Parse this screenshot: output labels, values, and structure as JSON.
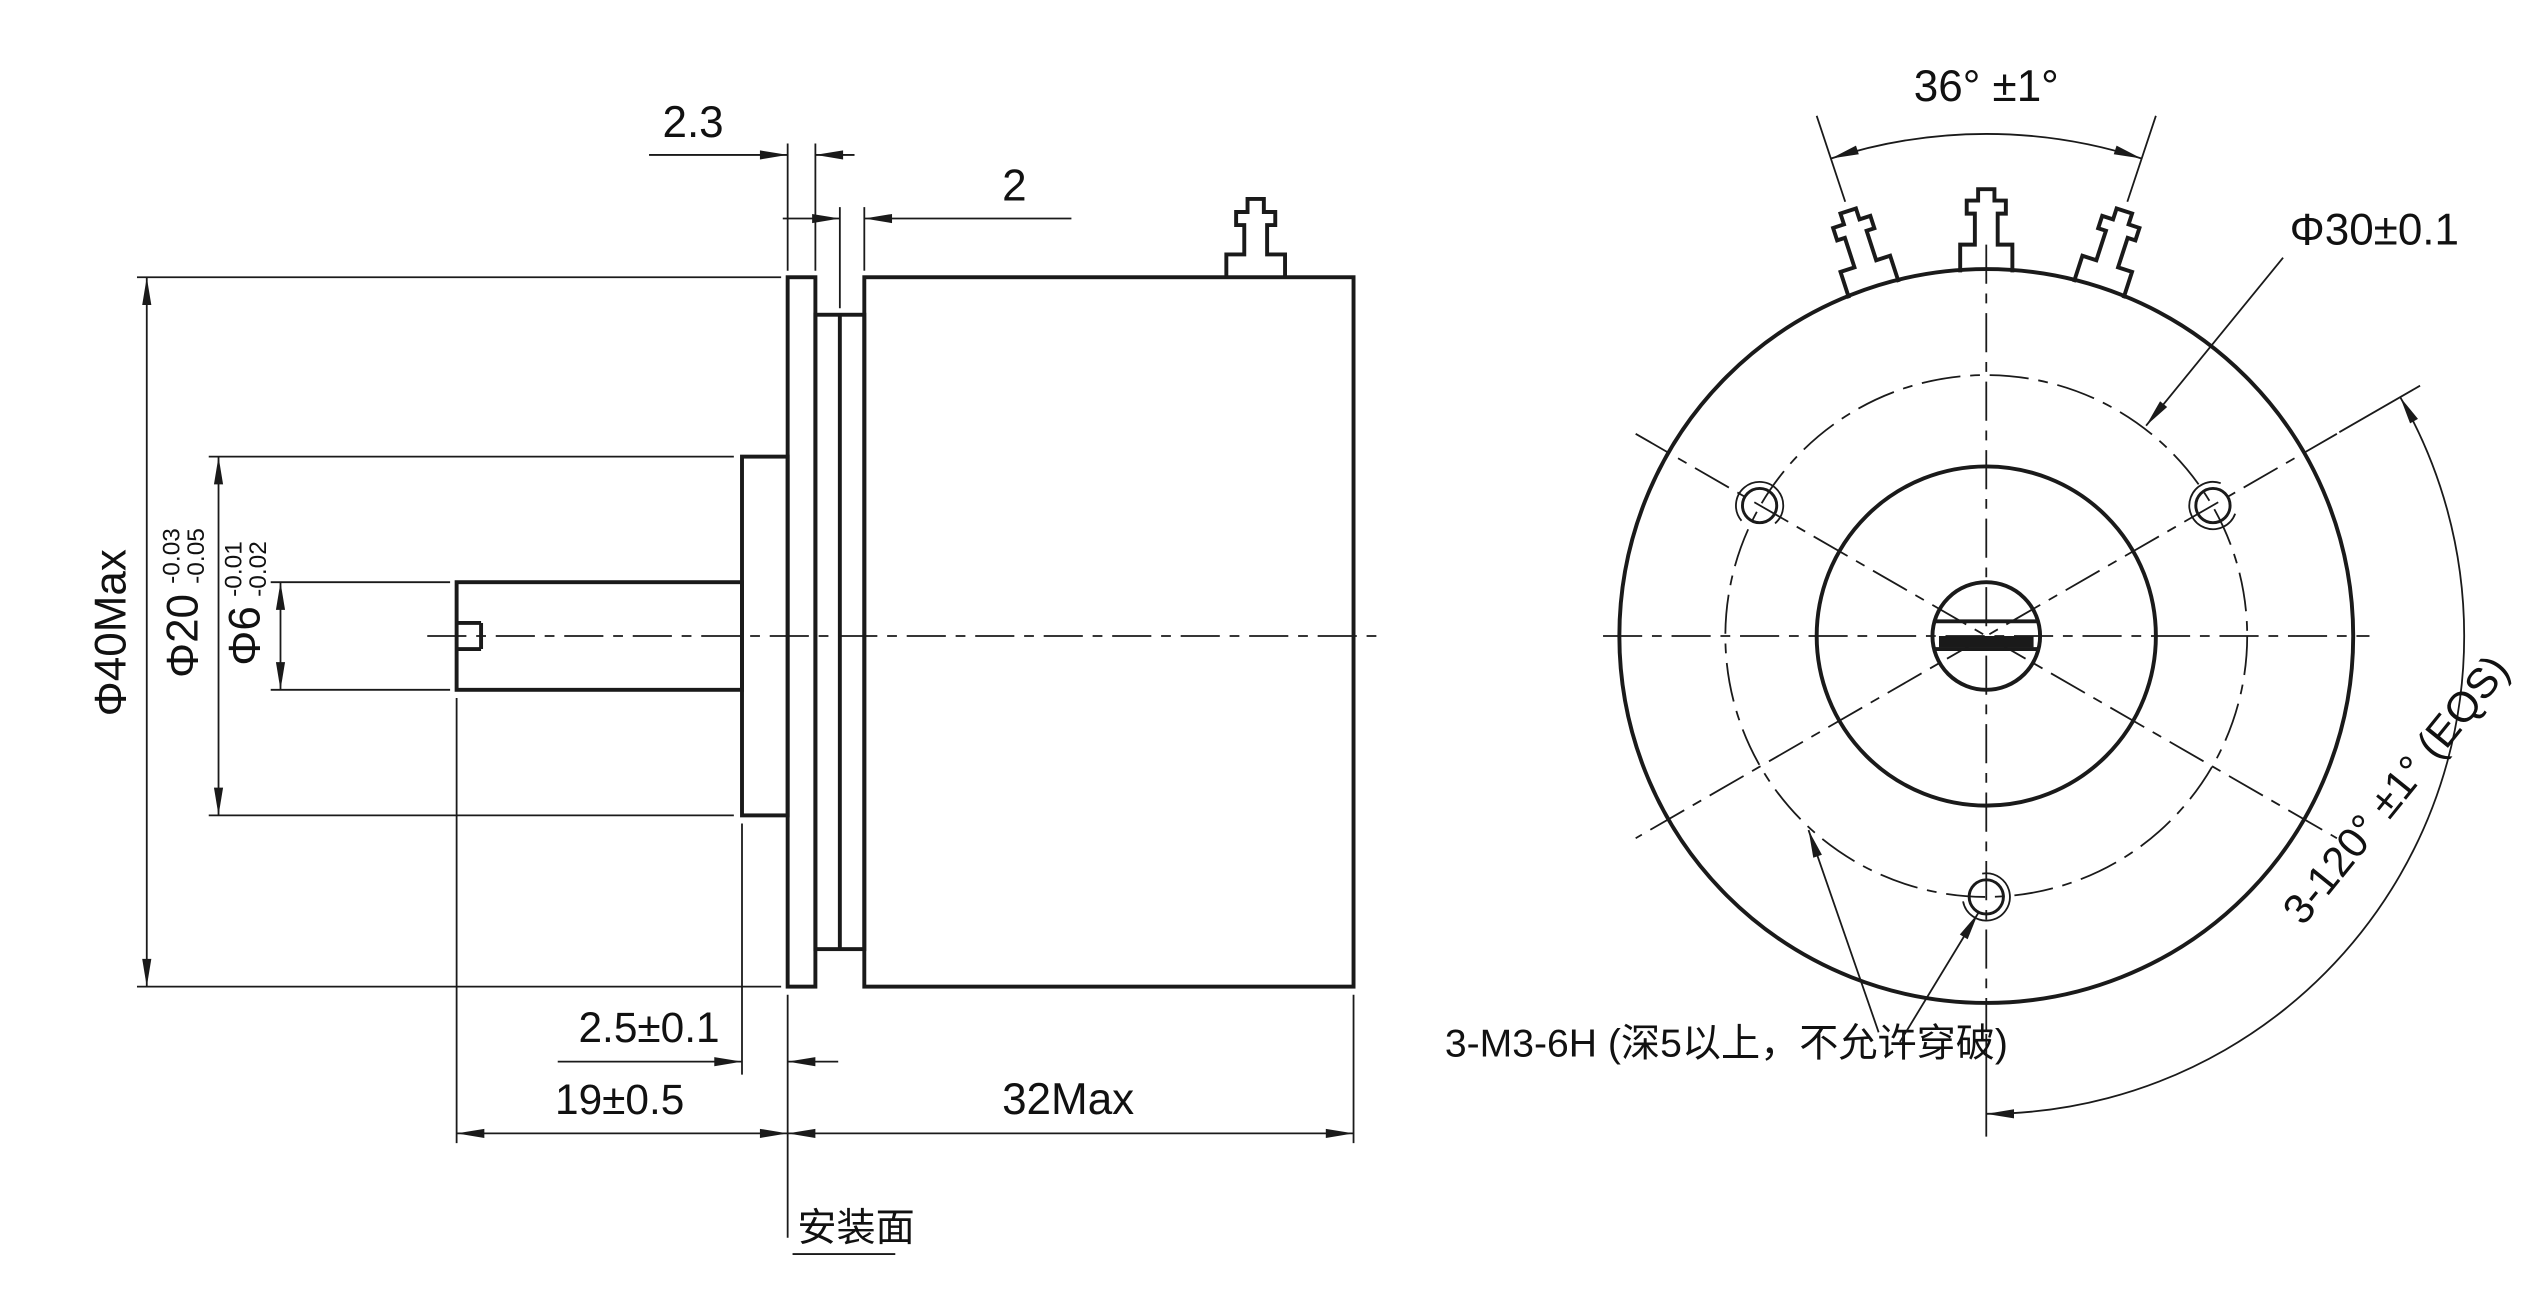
{
  "meta": {
    "background_color": "#ffffff",
    "line_color": "#1a1a1a",
    "drawing_type": "potentiometer outline drawing, side view and front view"
  },
  "side_view": {
    "dim_flange_thickness": "2.3",
    "dim_front_gap": "2",
    "dim_outer_dia": "Φ40Max",
    "dim_boss_dia": {
      "base": "Φ20",
      "tol_upper": "-0.03",
      "tol_lower": "-0.05"
    },
    "dim_shaft_dia": {
      "base": "Φ6",
      "tol_upper": "-0.01",
      "tol_lower": "-0.02"
    },
    "dim_boss_length": "2.5±0.1",
    "dim_shaft_length": "19±0.5",
    "dim_body_length": "32Max",
    "label_mounting_surface": "安装面"
  },
  "front_view": {
    "dim_terminal_angle": "36° ±1°",
    "dim_bolt_circle_dia": "Φ30±0.1",
    "dim_hole_angle_spacing": "3-120° ±1° (EQS)",
    "label_hole_spec": "3-M3-6H (深5以上，不允许穿破)"
  }
}
